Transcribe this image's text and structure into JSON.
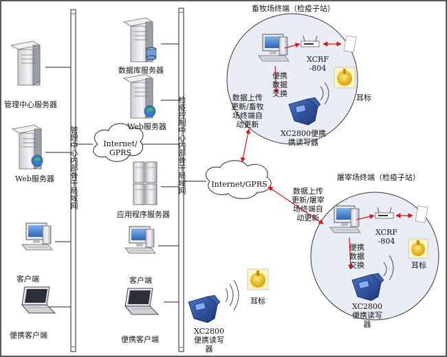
{
  "backbones": {
    "mgmt_lan": "管理中心内部骨干局域网",
    "quarantine_lan": "检疫控制中心内部骨干局域网"
  },
  "left_nodes": {
    "mgmt_server": "管理中心服务器",
    "web_server": "Web服务器",
    "client": "客户端",
    "laptop_client": "便携客户端"
  },
  "middle_nodes": {
    "db_server": "数据库服务器",
    "web_server": "Web服务器",
    "app_server": "应用程序服务器",
    "client": "客户端",
    "laptop_client": "便携客户端"
  },
  "clouds": {
    "left": "Internet/\nGPRS",
    "center": "Internet/GPRS"
  },
  "livestock_site": {
    "title": "畜牧场终端（检疫子站）",
    "xcrf": "XCRF\n-804",
    "exchange": "便携\n数据\n交换",
    "ear_tag": "耳标",
    "reader": "XC2800便携\n携读写器",
    "sync_note": "数据上传\n更新/畜牧\n场终端自\n动更新"
  },
  "slaughter_site": {
    "title": "屠宰场终端（检疫子站）",
    "xcrf": "XCRF\n-804",
    "exchange": "便携\n数据\n交换",
    "ear_tag": "耳标",
    "reader": "XC2800\n便携读写\n器",
    "sync_note": "数据上传\n更新/屠宰\n场终端自\n动更新"
  },
  "field": {
    "ear_tag": "耳标",
    "reader": "XC2800\n便携读写\n器"
  },
  "colors": {
    "link_red": "#e01010",
    "screen_blue": "#3a7fd0",
    "reader_blue": "#2a4f9e",
    "tag_yellow": "#e8c020"
  }
}
